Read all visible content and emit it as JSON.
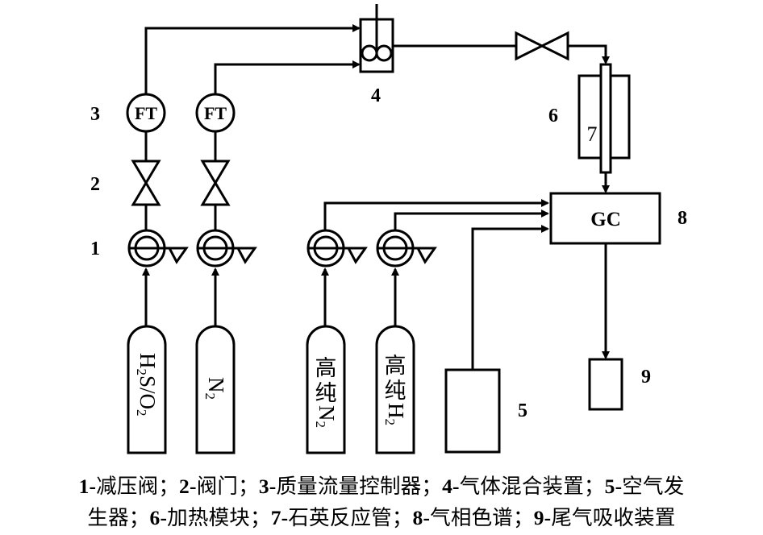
{
  "figure": {
    "type": "process-flow-diagram",
    "components": [
      {
        "id": "1",
        "name": "减压阀",
        "count": 4
      },
      {
        "id": "2",
        "name": "阀门",
        "count": 3
      },
      {
        "id": "3",
        "name": "质量流量控制器",
        "symbol_text": "FT",
        "count": 2
      },
      {
        "id": "4",
        "name": "气体混合装置"
      },
      {
        "id": "5",
        "name": "空气发生器"
      },
      {
        "id": "6",
        "name": "加热模块"
      },
      {
        "id": "7",
        "name": "石英反应管"
      },
      {
        "id": "8",
        "name": "气相色谱",
        "symbol_text": "GC"
      },
      {
        "id": "9",
        "name": "尾气吸收装置"
      }
    ],
    "labels": {
      "l1": "1",
      "l2": "2",
      "l3": "3",
      "l4": "4",
      "l5": "5",
      "l6": "6",
      "l7": "7",
      "l8": "8",
      "l9": "9"
    },
    "ft_text": "FT",
    "gc_text": "GC",
    "cylinders": [
      {
        "parts": [
          {
            "t": "H"
          },
          {
            "t": "2",
            "sub": true
          },
          {
            "t": "S/O"
          },
          {
            "t": "2",
            "sub": true
          }
        ]
      },
      {
        "parts": [
          {
            "t": "N"
          },
          {
            "t": "2",
            "sub": true
          }
        ]
      },
      {
        "cn": "高纯",
        "parts": [
          {
            "t": "N"
          },
          {
            "t": "2",
            "sub": true
          }
        ]
      },
      {
        "cn": "高纯",
        "parts": [
          {
            "t": "H"
          },
          {
            "t": "2",
            "sub": true
          }
        ]
      }
    ],
    "cylinder_text": {
      "c1_a": "H",
      "c1_b": "2",
      "c1_c": "S/O",
      "c1_d": "2",
      "c2_a": "N",
      "c2_b": "2",
      "c3_cn1": "高",
      "c3_cn2": "纯",
      "c3_a": "N",
      "c3_b": "2",
      "c4_cn1": "高",
      "c4_cn2": "纯",
      "c4_a": "H",
      "c4_b": "2"
    },
    "flows": [
      "H2S/O2 cylinder → 1 → 2 → 3 → 4",
      "N2 cylinder → 1 → 2 → 3 → 4",
      "4 → valve 2 → 7 (in 6) → 8",
      "高纯N2 → 1 → 8",
      "高纯H2 → 1 → 8",
      "5 → 8",
      "8 → 9"
    ]
  },
  "caption": {
    "line1": [
      {
        "n": "1-",
        "t": "减压阀；"
      },
      {
        "n": "2-",
        "t": "阀门；"
      },
      {
        "n": "3-",
        "t": "质量流量控制器；"
      },
      {
        "n": "4-",
        "t": "气体混合装置；"
      },
      {
        "n": "5-",
        "t": "空气发"
      }
    ],
    "line2": [
      {
        "n": "",
        "t": "生器；"
      },
      {
        "n": "6-",
        "t": "加热模块；"
      },
      {
        "n": "7-",
        "t": "石英反应管；"
      },
      {
        "n": "8-",
        "t": "气相色谱；"
      },
      {
        "n": "9-",
        "t": "尾气吸收装置"
      }
    ]
  }
}
